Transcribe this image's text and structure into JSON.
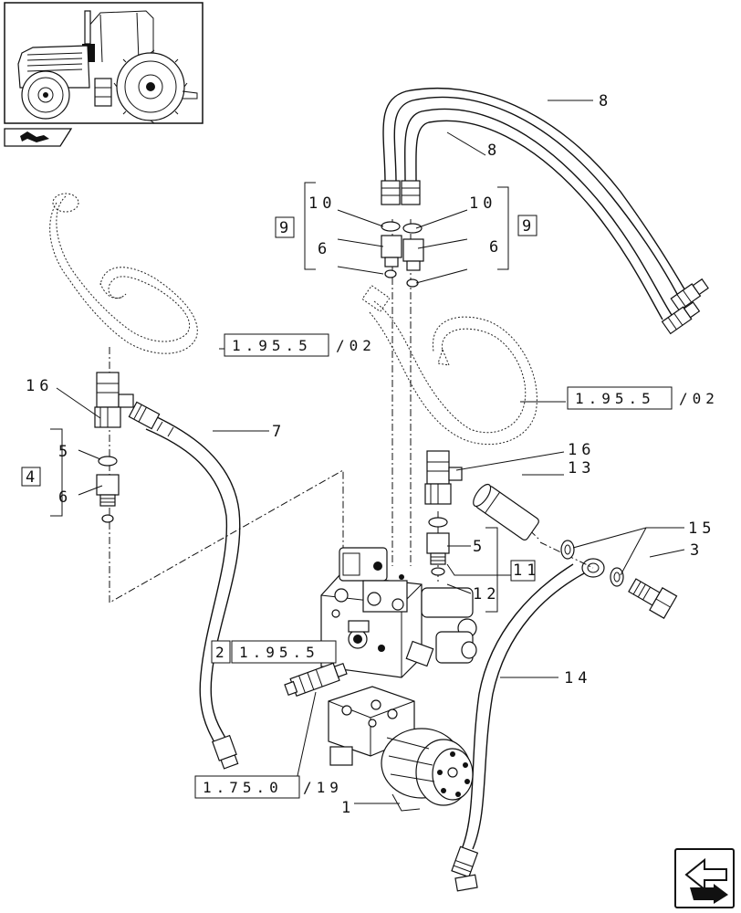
{
  "labels": {
    "l1": "1",
    "l3": "3",
    "l4": "4",
    "l5a": "5",
    "l5b": "5",
    "l6a": "6",
    "l6b": "6",
    "l6c": "6",
    "l7": "7",
    "l8a": "8",
    "l8b": "8",
    "l9a": "9",
    "l9b": "9",
    "l10a": "10",
    "l10b": "10",
    "l11": "11",
    "l12": "12",
    "l13": "13",
    "l14": "14",
    "l15": "15",
    "l16a": "16",
    "l16b": "16"
  },
  "references": {
    "ref_top": {
      "boxed": "1.95.5",
      "suffix": "/02"
    },
    "ref_right": {
      "boxed": "1.95.5",
      "suffix": "/02"
    },
    "ref_valve": {
      "prefix": "2",
      "boxed": "1.95.5",
      "suffix": ""
    },
    "ref_motor": {
      "boxed": "1.75.0",
      "suffix": "/19"
    }
  },
  "icons": {
    "thumbnail": "tractor-thumbnail-icon",
    "nav_top": "book-arrow-icon",
    "nav_bottom": "page-arrow-icon"
  }
}
